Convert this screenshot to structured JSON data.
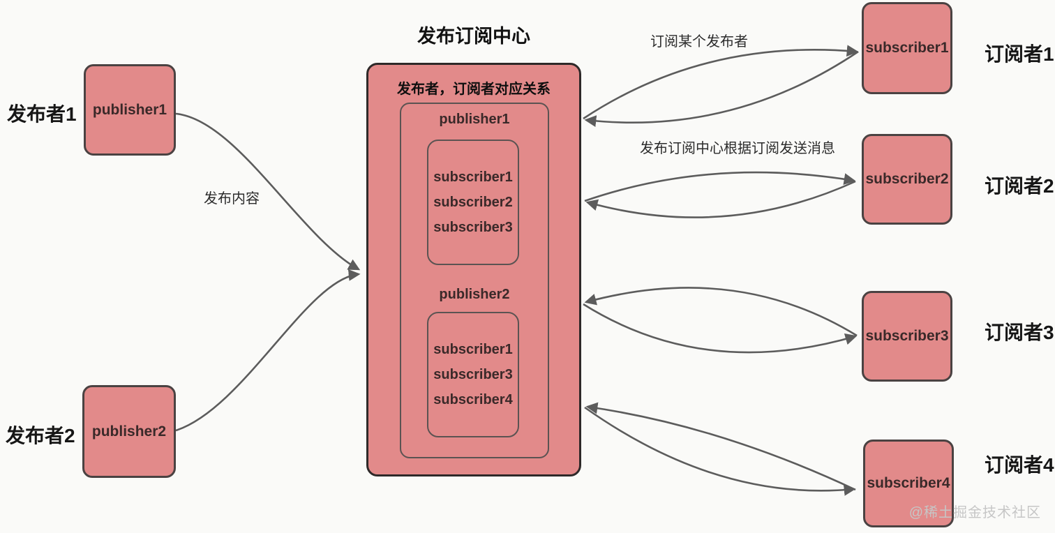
{
  "title": "发布订阅中心",
  "publishers": [
    {
      "label": "publisher1",
      "side_label": "发布者1"
    },
    {
      "label": "publisher2",
      "side_label": "发布者2"
    }
  ],
  "subscribers": [
    {
      "label": "subscriber1",
      "side_label": "订阅者1"
    },
    {
      "label": "subscriber2",
      "side_label": "订阅者2"
    },
    {
      "label": "subscriber3",
      "side_label": "订阅者3"
    },
    {
      "label": "subscriber4",
      "side_label": "订阅者4"
    }
  ],
  "center": {
    "mapping_title": "发布者，订阅者对应关系",
    "groups": [
      {
        "publisher": "publisher1",
        "subscribers": [
          "subscriber1",
          "subscriber2",
          "subscriber3"
        ]
      },
      {
        "publisher": "publisher2",
        "subscribers": [
          "subscriber1",
          "subscriber3",
          "subscriber4"
        ]
      }
    ]
  },
  "annotations": {
    "publish_content": "发布内容",
    "subscribe_note": "订阅某个发布者",
    "dispatch_note": "发布订阅中心根据订阅发送消息"
  },
  "watermark": "@稀土掘金技术社区",
  "colors": {
    "node_fill": "#e28a8a",
    "node_border": "#4a4242",
    "outer_border": "#2e2929",
    "inner_border": "#5b5352",
    "arrow": "#5c5c5c",
    "node_text": "#3a2929",
    "label_text": "#161616",
    "watermark": "#c6c6c6",
    "background": "#fafaf8"
  }
}
